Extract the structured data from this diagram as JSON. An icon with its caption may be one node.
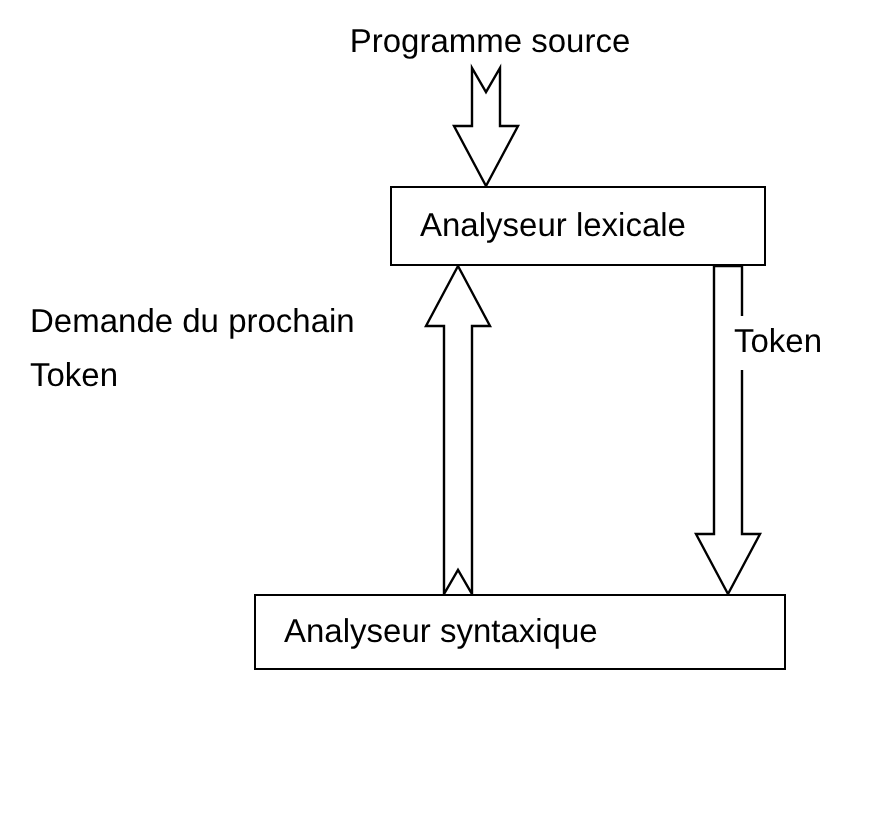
{
  "diagram": {
    "nodes": [
      {
        "text": [
          "Programme source"
        ]
      },
      {
        "text": [
          "Analyseur lexicale"
        ]
      },
      {
        "text": [
          "Analyseur syntaxique"
        ]
      }
    ],
    "edges": [
      {
        "from": 0,
        "to": 1,
        "arrow": "to"
      },
      {
        "from": 2,
        "to": 1,
        "arrow": "to",
        "label": "Demande du prochain Token"
      },
      {
        "from": 1,
        "to": 2,
        "arrow": "to",
        "label": "Token"
      }
    ]
  }
}
